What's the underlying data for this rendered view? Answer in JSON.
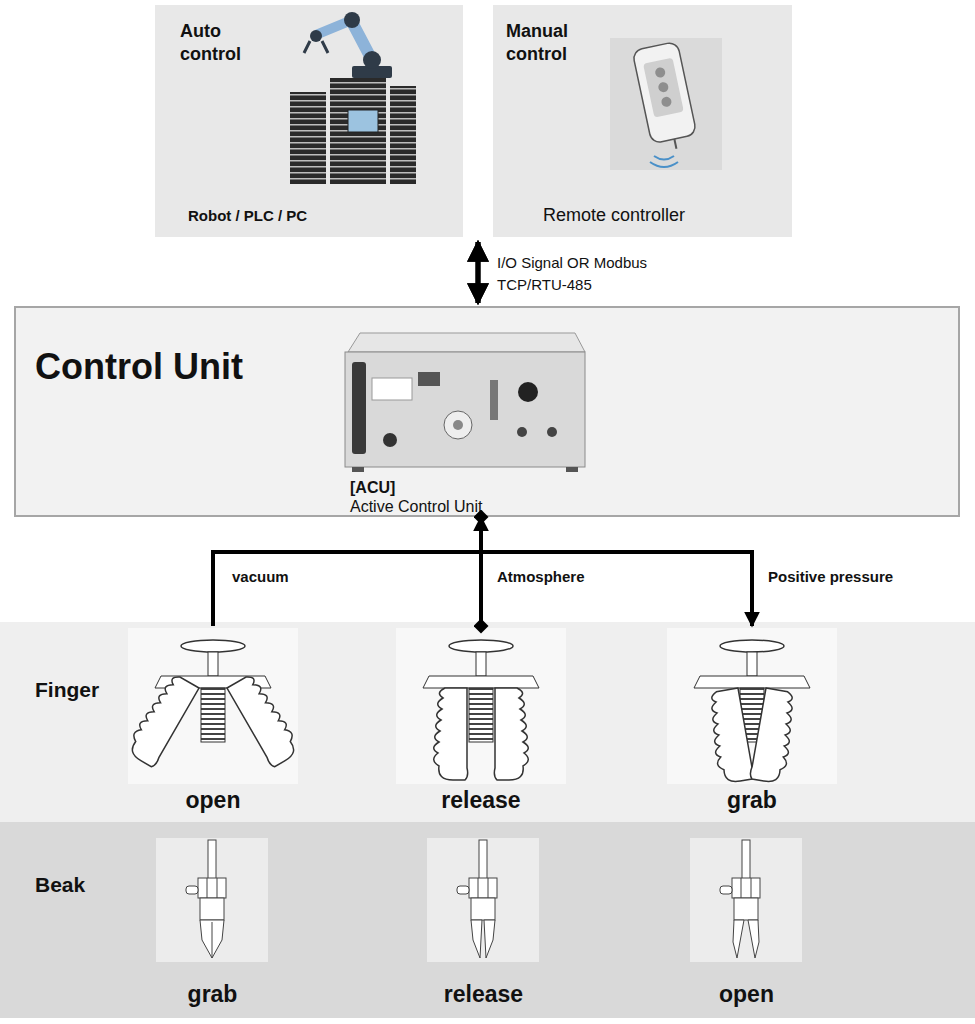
{
  "diagram": {
    "nodes": [
      {
        "text": [
          "Auto control",
          "Robot / PLC / PC"
        ]
      },
      {
        "text": [
          "Manual control",
          "Remote controller"
        ]
      },
      {
        "text": [
          "Control Unit",
          "[ACU]",
          "Active Control Unit"
        ]
      },
      {
        "text": [
          "Finger"
        ]
      },
      {
        "text": [
          "open"
        ],
        "in": 3
      },
      {
        "text": [
          "release"
        ],
        "in": 3
      },
      {
        "text": [
          "grab"
        ],
        "in": 3
      },
      {
        "text": [
          "Beak"
        ]
      },
      {
        "text": [
          "grab"
        ],
        "in": 7
      },
      {
        "text": [
          "release"
        ],
        "in": 7
      },
      {
        "text": [
          "open"
        ],
        "in": 7
      }
    ],
    "edges": [
      {
        "from": 0,
        "to": 2,
        "arrow": "both",
        "label": "I/O Signal OR Modbus TCP/RTU-485"
      },
      {
        "from": 1,
        "to": 2,
        "arrow": "both"
      },
      {
        "from": 4,
        "to": 2,
        "arrow": "to",
        "label": "vacuum"
      },
      {
        "from": 2,
        "to": 5,
        "arrow": "both",
        "label": "Atmosphere"
      },
      {
        "from": 2,
        "to": 6,
        "arrow": "to",
        "label": "Positive pressure"
      }
    ]
  }
}
